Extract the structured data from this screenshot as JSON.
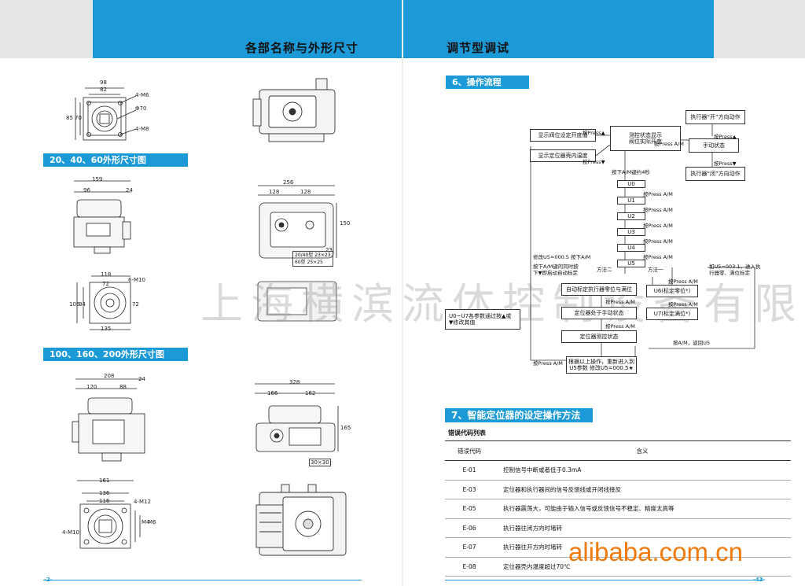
{
  "header": {
    "left_title": "各部名称与外形尺寸",
    "right_title": "调节型调试"
  },
  "left": {
    "section1": "20、40、60外形尺寸图",
    "section2": "100、160、200外形尺寸图",
    "dims_a": [
      "98",
      "82",
      "4-M6",
      "Φ70",
      "85",
      "70",
      "4-M8"
    ],
    "dims_b": [
      "159",
      "96",
      "24",
      "256",
      "128",
      "128",
      "150",
      "23"
    ],
    "dims_b_note": [
      "20/40型",
      "23×23",
      "60型",
      "25×25"
    ],
    "dims_c": [
      "118",
      "6-M10",
      "72",
      "84",
      "106",
      "72",
      "135"
    ],
    "dims_d": [
      "208",
      "120",
      "88",
      "24",
      "328",
      "166",
      "162",
      "165",
      "30×30"
    ],
    "dims_e": [
      "161",
      "136",
      "116",
      "4-M12",
      "4-M10",
      "M4",
      "M6"
    ]
  },
  "right": {
    "section6": "6、操作流程",
    "section7": "7、智能定位器的设定操作方法",
    "flow": {
      "center_top": "测控状态显示\n阀位实际开度",
      "show_valve": "显示阀位设定开度值",
      "show_temp": "显示定位器壳内温度",
      "press_up1": "按Press▲",
      "press_down1": "按Press▼",
      "press_am1": "按Press A/M",
      "manual": "手动状态",
      "open_act": "执行器“开”方向动作",
      "close_act": "执行器“闭”方向动作",
      "press_up2": "按Press▲",
      "press_down2": "按Press▼",
      "hold4s": "按下A/M键约4秒",
      "u0": "U0",
      "u1": "U1",
      "u2": "U2",
      "u3": "U3",
      "u4": "U4",
      "u5": "U5",
      "press_am": "按Press A/M",
      "modify_u5": "修改U5=000.5 按下A/M",
      "method2": "方法二",
      "method1": "方法一",
      "hold_am_note": "按下A/M键的同时按\n下▼即启动自动标定",
      "u5_note": "如U5=003.1，进入执\n行器零、满位标定",
      "auto_cal": "自动标定执行器零位与满位",
      "pos_manual": "定位器处于手动状态",
      "measure": "定位器测控状态",
      "u6": "U6(标定零位*)",
      "u7": "U7(标定满位*)",
      "u_edit": "U0~U7各参数通过按▲或\n▼修改其值",
      "back_u5": "按A/M，返回U5",
      "repeat": "根据以上操作，重新进入到\nU5参数 修改U5=000.5★",
      "press_am_bottom": "按Press A/M"
    },
    "error_table": {
      "title": "错误代码列表",
      "headers": [
        "错误代码",
        "含义"
      ],
      "rows": [
        {
          "code": "E-01",
          "meaning": "控制信号中断或者低于0.3mA"
        },
        {
          "code": "E-03",
          "meaning": "定位器和执行器间的信号反馈线或开闭线接反"
        },
        {
          "code": "E-05",
          "meaning": "执行器震荡大，可能由于输入信号或反馈信号不稳定、精度太高等"
        },
        {
          "code": "E-06",
          "meaning": "执行器往闭方向时堵转"
        },
        {
          "code": "E-07",
          "meaning": "执行器往开方向时堵转"
        },
        {
          "code": "E-08",
          "meaning": "定位器壳内温度超过70℃"
        }
      ]
    }
  },
  "watermark": "上海横滨流体控制设备有限公司",
  "alibaba": "alibaba.com.cn",
  "page_left": "-2-",
  "page_right": "-43-",
  "colors": {
    "accent": "#1b9ad7",
    "alibaba": "#f07a0b"
  }
}
